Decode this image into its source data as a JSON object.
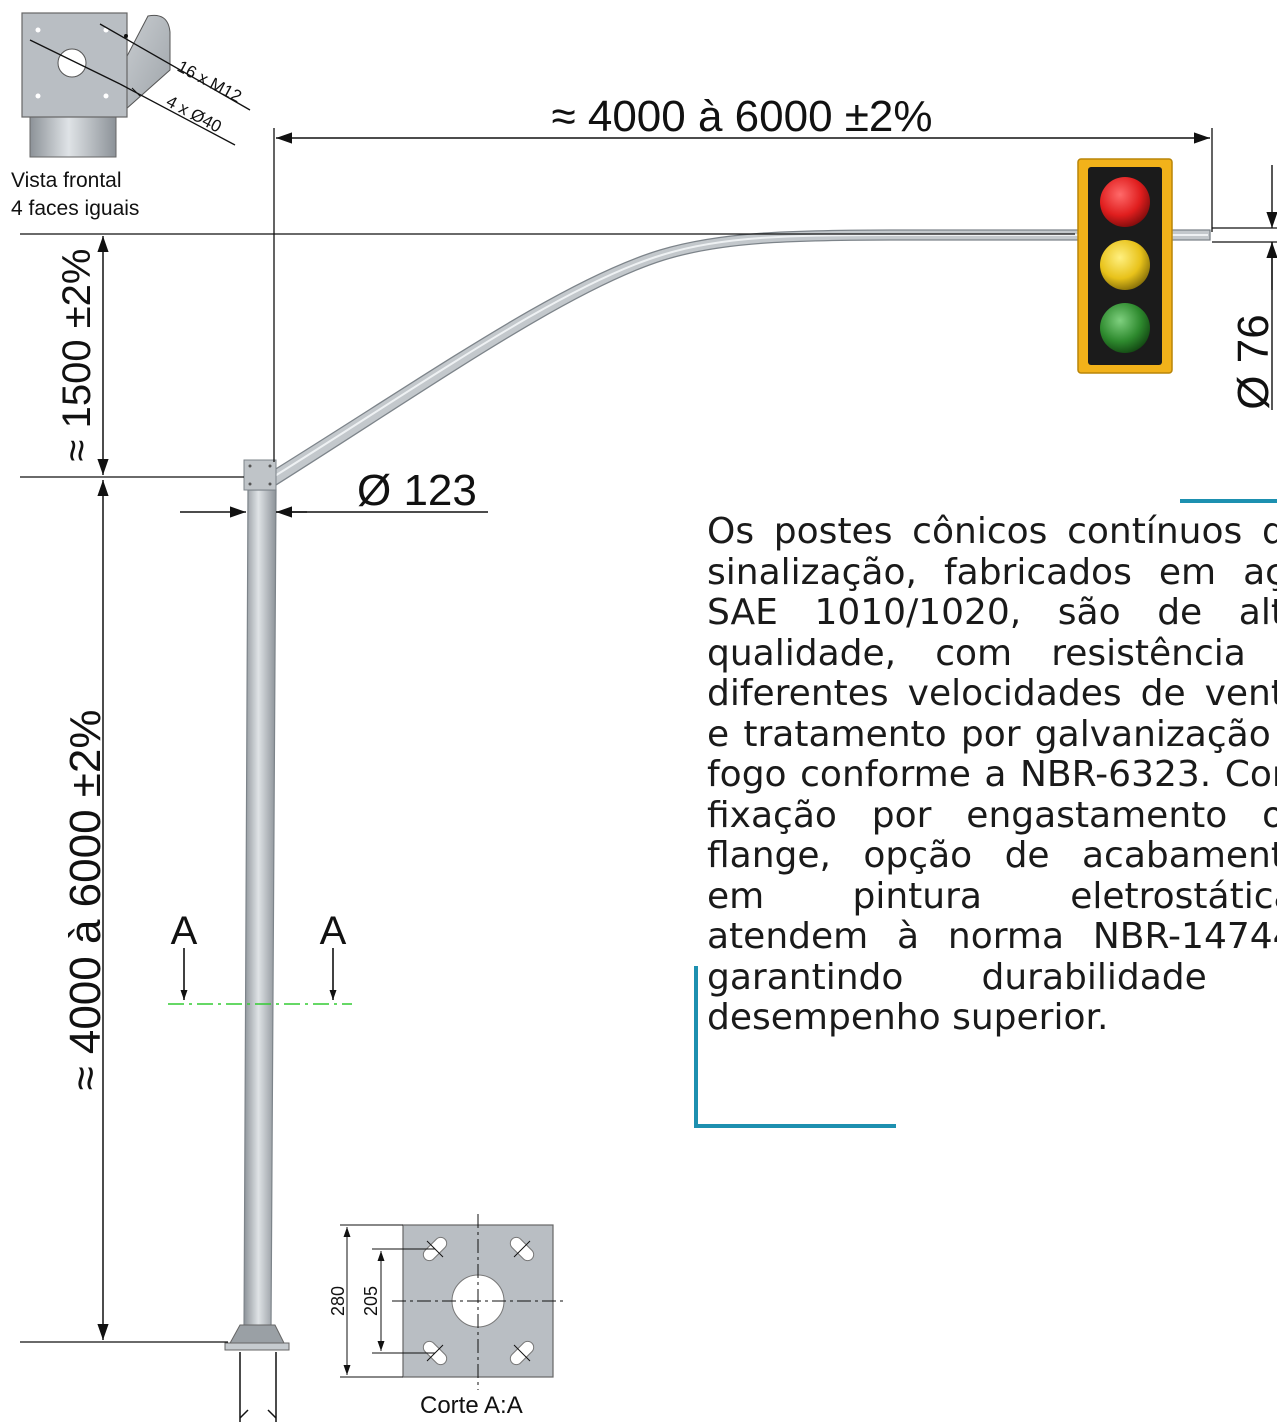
{
  "colors": {
    "pole": "#b9bec3",
    "pole_dark": "#8c9298",
    "accent": "#1d90b0",
    "section_line": "#33cc33",
    "signal_housing": "#f2b21a",
    "signal_red": "#e01e1e",
    "signal_yellow": "#e8c21a",
    "signal_green": "#2e8a2e"
  },
  "icons": {
    "traffic_light": "traffic-light-icon",
    "flange_view": "flange-front-view",
    "base_plate": "base-plate-section"
  },
  "dimensions": {
    "arm_length": "≈ 4000 à 6000 ±2%",
    "arm_rise": "≈ 1500 ±2%",
    "pole_height": "≈ 4000 à 6000 ±2%",
    "arm_diameter": "Ø 76",
    "pole_diameter": "Ø 123",
    "bolts": "16 x M12",
    "holes": "4 x Ø40",
    "plate_outer": "280",
    "plate_inner": "205"
  },
  "labels": {
    "front_view": "Vista frontal",
    "front_view_note": "4 faces iguais",
    "section_left": "A",
    "section_right": "A",
    "section_caption": "Corte A:A"
  },
  "description": "Os postes cônicos contínuos de sinalização, fabricados em aço SAE 1010/1020, são de alta qualidade, com resistência a diferentes velocidades de vento e tratamento por galvanização a fogo conforme a NBR-6323. Com fixação por engastamento ou flange, opção de acabamento em pintura eletrostática, atendem à norma NBR-14744, garantindo durabilidade e desempenho superior."
}
